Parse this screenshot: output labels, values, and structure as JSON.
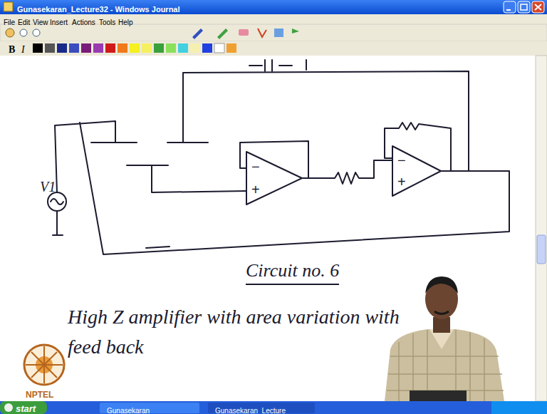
{
  "diagram": {
    "nodes": [
      {
        "text": [
          "−",
          "+"
        ]
      },
      {
        "text": [
          "−",
          "+"
        ]
      }
    ],
    "edges": [
      {
        "from": 0,
        "to": 1,
        "arrow": "none"
      }
    ],
    "labels": [
      "Gunasekaran_Lecture32 - Windows Journal",
      "File",
      "Edit",
      "View",
      "Insert",
      "Actions",
      "Tools",
      "Help",
      "B",
      "I",
      "V1",
      "Circuit no. 6",
      "High Z amplifier with area variation with feed back",
      "NPTEL",
      "start",
      "Gunasekaran",
      "Gunasekaran_Lecture"
    ]
  }
}
